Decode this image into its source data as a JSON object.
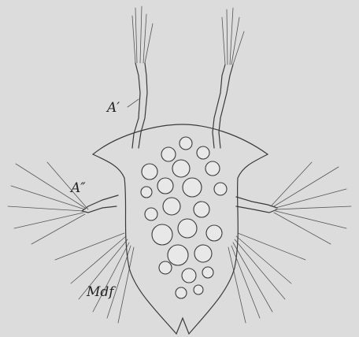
{
  "figure": {
    "labels": {
      "antenna1": "A′",
      "antenna2": "A″",
      "mandible": "Mdf"
    }
  }
}
